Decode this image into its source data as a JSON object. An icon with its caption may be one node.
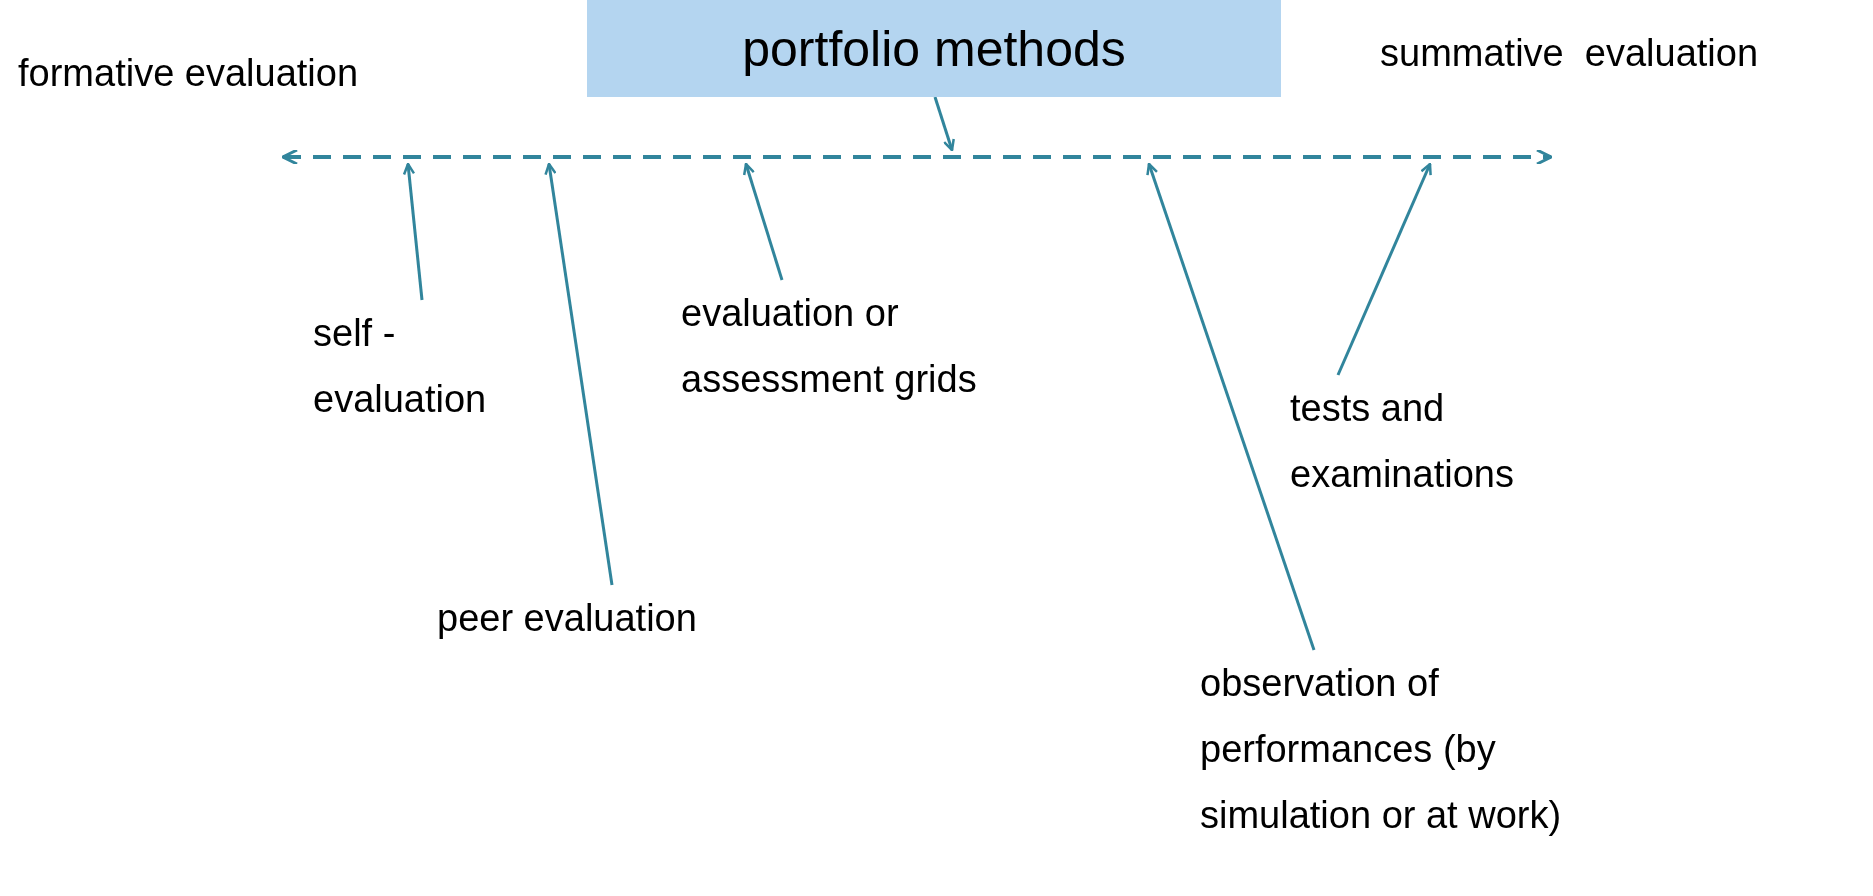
{
  "diagram": {
    "nodes": [
      {
        "text": [
          "portfolio methods"
        ]
      },
      {
        "text": [],
        "shape": "arrow"
      },
      {
        "text": [
          "self - evaluation"
        ]
      },
      {
        "text": [
          "evaluation or assessment grids"
        ]
      },
      {
        "text": [
          "peer evaluation"
        ]
      },
      {
        "text": [
          "tests and examinations"
        ]
      },
      {
        "text": [
          "observation of performances (by simulation or at work)"
        ]
      }
    ],
    "edges": [
      {
        "from": 0,
        "to": 1,
        "arrow": "to"
      },
      {
        "from": 2,
        "to": 1,
        "arrow": "to"
      },
      {
        "from": 4,
        "to": 1,
        "arrow": "to"
      },
      {
        "from": 3,
        "to": 1,
        "arrow": "to"
      },
      {
        "from": 6,
        "to": 1,
        "arrow": "to"
      },
      {
        "from": 5,
        "to": 1,
        "arrow": "to"
      }
    ],
    "labels": [
      "formative evaluation",
      "summative  evaluation"
    ]
  }
}
